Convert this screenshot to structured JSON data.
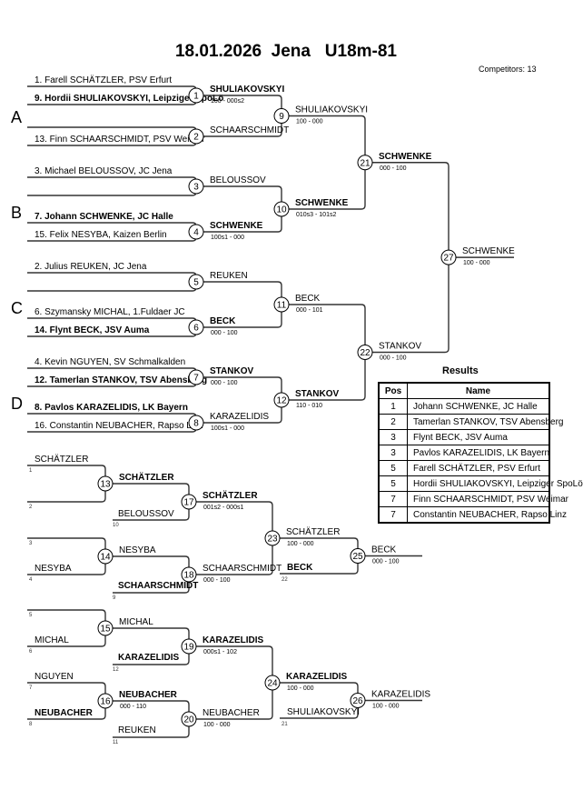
{
  "header": {
    "title": "18.01.2026  Jena   U18m-81",
    "competitors_label": "Competitors: 13"
  },
  "pools": [
    "A",
    "B",
    "C",
    "D"
  ],
  "main_draw": {
    "entries": [
      {
        "text": "1. Farell SCHÄTZLER, PSV Erfurt",
        "bold": false
      },
      {
        "text": "9. Hordii SHULIAKOVSKYI, Leipziger SpoLö",
        "bold": true
      },
      {
        "text": "",
        "bold": false
      },
      {
        "text": "13. Finn SCHAARSCHMIDT, PSV Weimar",
        "bold": false
      },
      {
        "text": "3. Michael BELOUSSOV, JC Jena",
        "bold": false
      },
      {
        "text": "",
        "bold": false
      },
      {
        "text": "7. Johann SCHWENKE, JC Halle",
        "bold": true
      },
      {
        "text": "15. Felix NESYBA, Kaizen Berlin",
        "bold": false
      },
      {
        "text": "2. Julius REUKEN, JC Jena",
        "bold": false
      },
      {
        "text": "",
        "bold": false
      },
      {
        "text": "6. Szymansky MICHAL, 1.Fuldaer JC",
        "bold": false
      },
      {
        "text": "14. Flynt BECK, JSV Auma",
        "bold": true
      },
      {
        "text": "4. Kevin NGUYEN, SV Schmalkalden",
        "bold": false
      },
      {
        "text": "12. Tamerlan STANKOV, TSV Abensberg",
        "bold": true
      },
      {
        "text": "8. Pavlos KARAZELIDIS, LK Bayern",
        "bold": true
      },
      {
        "text": "16. Constantin NEUBACHER, Rapso Linz",
        "bold": false
      }
    ],
    "round1": [
      {
        "match": "1",
        "winner": "SHULIAKOVSKYI",
        "score": "100 - 000s2",
        "bold": true
      },
      {
        "match": "2",
        "winner": "SCHAARSCHMIDT",
        "score": "",
        "bold": false
      },
      {
        "match": "3",
        "winner": "BELOUSSOV",
        "score": "",
        "bold": false
      },
      {
        "match": "4",
        "winner": "SCHWENKE",
        "score": "100s1 - 000",
        "bold": true
      },
      {
        "match": "5",
        "winner": "REUKEN",
        "score": "",
        "bold": false
      },
      {
        "match": "6",
        "winner": "BECK",
        "score": "000 - 100",
        "bold": true
      },
      {
        "match": "7",
        "winner": "STANKOV",
        "score": "000 - 100",
        "bold": true
      },
      {
        "match": "8",
        "winner": "KARAZELIDIS",
        "score": "100s1 - 000",
        "bold": false
      }
    ],
    "round2": [
      {
        "match": "9",
        "winner": "SHULIAKOVSKYI",
        "score": "100 - 000",
        "bold": false
      },
      {
        "match": "10",
        "winner": "SCHWENKE",
        "score": "010s3 - 101s2",
        "bold": true
      },
      {
        "match": "11",
        "winner": "BECK",
        "score": "000 - 101",
        "bold": false
      },
      {
        "match": "12",
        "winner": "STANKOV",
        "score": "110 - 010",
        "bold": true
      }
    ],
    "round3": [
      {
        "match": "21",
        "winner": "SCHWENKE",
        "score": "000 - 100",
        "bold": true
      },
      {
        "match": "22",
        "winner": "STANKOV",
        "score": "000 - 100",
        "bold": false
      }
    ],
    "final": {
      "match": "27",
      "winner": "SCHWENKE",
      "score": "100 - 000",
      "bold": false
    }
  },
  "repechage": {
    "matches": [
      {
        "match": "13",
        "top": "SCHÄTZLER",
        "top_no": "1",
        "bottom": "",
        "bottom_no": "2",
        "winner": "SCHÄTZLER",
        "score": "",
        "wbold": true
      },
      {
        "match": "14",
        "top": "",
        "top_no": "3",
        "bottom": "NESYBA",
        "bottom_no": "4",
        "winner": "NESYBA",
        "score": "",
        "wbold": false
      },
      {
        "match": "17",
        "other": "BELOUSSOV",
        "other_no": "10",
        "winner": "SCHÄTZLER",
        "score": "001s2 - 000s1",
        "wbold": true
      },
      {
        "match": "18",
        "other": "SCHAARSCHMIDT",
        "other_no": "9",
        "winner": "SCHAARSCHMIDT",
        "score": "000 - 100",
        "wbold": false
      },
      {
        "match": "23",
        "winner": "SCHÄTZLER",
        "score": "100 - 000",
        "wbold": false
      },
      {
        "match": "25",
        "other": "BECK",
        "other_no": "22",
        "winner": "BECK",
        "score": "000 - 100",
        "wbold": false
      },
      {
        "match": "15",
        "top": "",
        "top_no": "5",
        "bottom": "MICHAL",
        "bottom_no": "6",
        "winner": "MICHAL",
        "score": "",
        "wbold": false
      },
      {
        "match": "16",
        "top": "NGUYEN",
        "top_no": "7",
        "bottom": "NEUBACHER",
        "bottom_no": "8",
        "winner": "NEUBACHER",
        "score": "000 - 110",
        "wbold": true
      },
      {
        "match": "19",
        "other": "KARAZELIDIS",
        "other_no": "12",
        "winner": "KARAZELIDIS",
        "score": "000s1 - 102",
        "wbold": true
      },
      {
        "match": "20",
        "other": "REUKEN",
        "other_no": "11",
        "winner": "NEUBACHER",
        "score": "100 - 000",
        "wbold": false
      },
      {
        "match": "24",
        "winner": "KARAZELIDIS",
        "score": "100 - 000",
        "wbold": true
      },
      {
        "match": "26",
        "other": "SHULIAKOVSKYI",
        "other_no": "21",
        "winner": "KARAZELIDIS",
        "score": "100 - 000",
        "wbold": false
      }
    ],
    "side_numbers": {
      "m13_extra": "",
      "m19_extra": "9"
    }
  },
  "results": {
    "title": "Results",
    "headers": [
      "Pos",
      "Name"
    ],
    "rows": [
      {
        "pos": "1",
        "name": "Johann SCHWENKE, JC Halle"
      },
      {
        "pos": "2",
        "name": "Tamerlan STANKOV, TSV Abensberg"
      },
      {
        "pos": "3",
        "name": "Flynt BECK, JSV Auma"
      },
      {
        "pos": "3",
        "name": "Pavlos KARAZELIDIS, LK Bayern"
      },
      {
        "pos": "5",
        "name": "Farell SCHÄTZLER, PSV Erfurt"
      },
      {
        "pos": "5",
        "name": "Hordii SHULIAKOVSKYI, Leipziger SpoLö"
      },
      {
        "pos": "7",
        "name": "Finn SCHAARSCHMIDT, PSV Weimar"
      },
      {
        "pos": "7",
        "name": "Constantin NEUBACHER, Rapso Linz"
      }
    ]
  }
}
